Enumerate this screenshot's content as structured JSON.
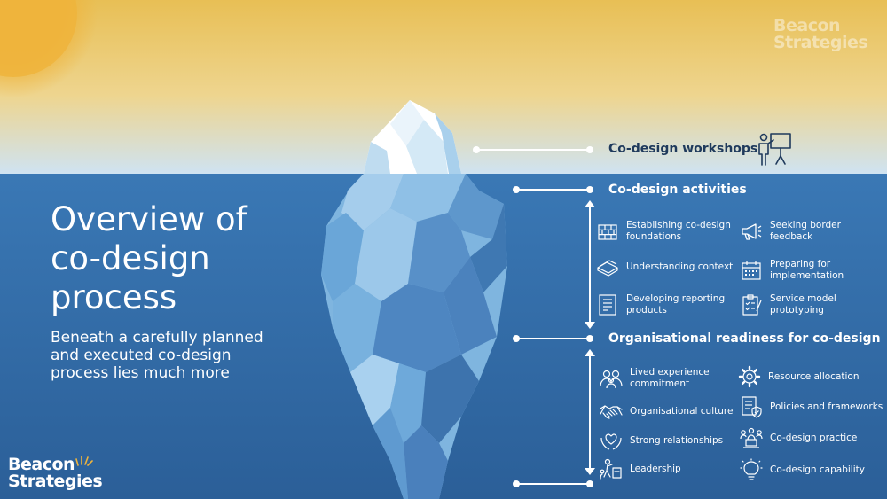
{
  "brand": {
    "top_line1": "Beacon",
    "top_line2": "Strategies",
    "bottom_line1": "Beacon",
    "bottom_line2": "Strategies"
  },
  "title_lines": [
    "Overview of",
    "co-design",
    "process"
  ],
  "subtitle_lines": [
    "Beneath a carefully planned",
    "and executed co-design",
    "process lies much more"
  ],
  "colors": {
    "sky_top": "#e8bf55",
    "sky_bottom": "#cfe3f2",
    "water_top": "#3a78b5",
    "water_bottom": "#2b5f98",
    "header_dark": "#1f3a5c",
    "sun": "#efb43c"
  },
  "sections": {
    "workshops": {
      "label": "Co-design workshops",
      "icon": "presenter-icon"
    },
    "activities": {
      "label": "Co-design activities",
      "items": [
        {
          "lines": [
            "Establishing co-design",
            "foundations"
          ],
          "icon": "brick-wall-icon"
        },
        {
          "lines": [
            "Seeking border",
            "feedback"
          ],
          "icon": "megaphone-icon"
        },
        {
          "lines": [
            "Understanding context"
          ],
          "icon": "books-icon"
        },
        {
          "lines": [
            "Preparing for",
            "implementation"
          ],
          "icon": "calendar-icon"
        },
        {
          "lines": [
            "Developing reporting",
            "products"
          ],
          "icon": "document-icon"
        },
        {
          "lines": [
            "Service model",
            "prototyping"
          ],
          "icon": "clipboard-icon"
        }
      ]
    },
    "readiness": {
      "label": "Organisational readiness for co-design",
      "items": [
        {
          "lines": [
            "Lived experience",
            "commitment"
          ],
          "icon": "people-icon"
        },
        {
          "lines": [
            "Resource allocation"
          ],
          "icon": "gear-icon"
        },
        {
          "lines": [
            "Organisational culture"
          ],
          "icon": "handshake-icon"
        },
        {
          "lines": [
            "Policies and frameworks"
          ],
          "icon": "policy-icon"
        },
        {
          "lines": [
            "Strong relationships"
          ],
          "icon": "heart-hands-icon"
        },
        {
          "lines": [
            "Co-design practice"
          ],
          "icon": "team-laptop-icon"
        },
        {
          "lines": [
            "Leadership"
          ],
          "icon": "leadership-icon"
        },
        {
          "lines": [
            "Co-design capability"
          ],
          "icon": "lightbulb-icon"
        }
      ]
    }
  }
}
